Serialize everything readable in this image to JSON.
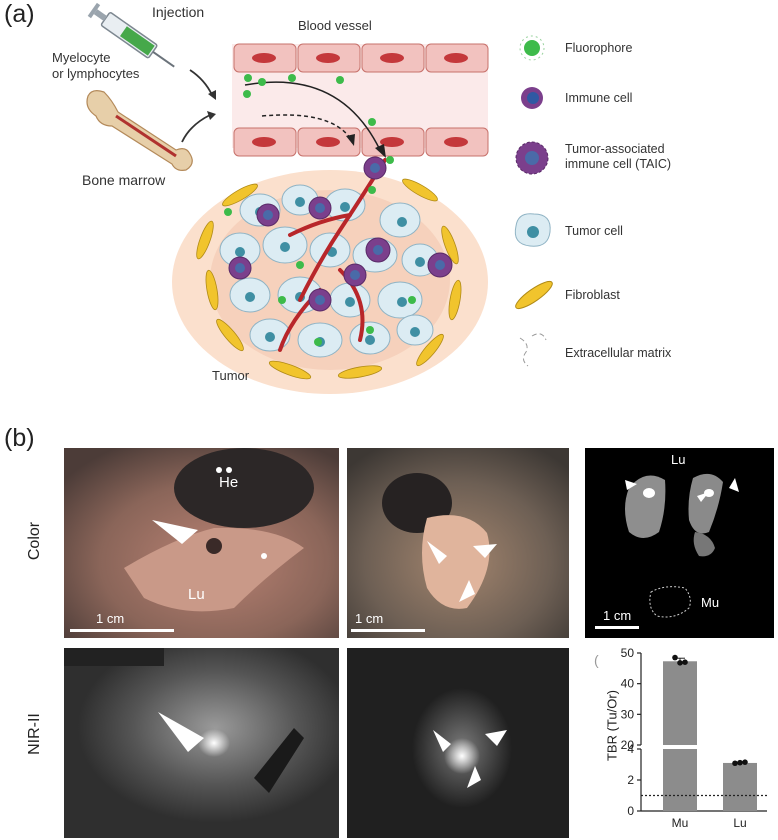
{
  "panel_a": {
    "label": "(a)",
    "injection": "Injection",
    "blood_vessel": "Blood vessel",
    "myelocyte": "Myelocyte\nor lymphocytes",
    "bone_marrow": "Bone marrow",
    "tumor": "Tumor",
    "legend": [
      {
        "icon": "fluorophore-icon",
        "text": "Fluorophore"
      },
      {
        "icon": "immune-cell-icon",
        "text": "Immune cell"
      },
      {
        "icon": "taic-icon",
        "text": "Tumor-associated\nimmune cell (TAIC)"
      },
      {
        "icon": "tumor-cell-icon",
        "text": "Tumor cell"
      },
      {
        "icon": "fibroblast-icon",
        "text": "Fibroblast"
      },
      {
        "icon": "ecm-icon",
        "text": "Extracellular matrix"
      }
    ]
  },
  "panel_b": {
    "label": "(b)",
    "row_color": "Color",
    "row_nir": "NIR-II",
    "photo1": {
      "he": "He",
      "lu": "Lu",
      "scale": "1 cm"
    },
    "photo2": {
      "scale": "1 cm"
    },
    "photo3": {
      "lu": "Lu",
      "mu": "Mu",
      "scale": "1 cm"
    },
    "stray_mark": "("
  },
  "chart_data": {
    "type": "bar",
    "categories": [
      "Mu",
      "Lu"
    ],
    "values": [
      47.3,
      3.1
    ],
    "points": {
      "Mu": [
        48.5,
        46.8,
        47.0
      ],
      "Lu": [
        3.08,
        3.12,
        3.15
      ]
    },
    "error": {
      "Mu": 1.0,
      "Lu": 0.03
    },
    "ylabel": "TBR (Tu/Or)",
    "broken_axis": {
      "lower": [
        0,
        4
      ],
      "upper": [
        20,
        50
      ]
    },
    "lower_ticks": [
      0,
      2,
      4
    ],
    "upper_ticks": [
      20,
      30,
      40,
      50
    ],
    "reference_line": 1,
    "bar_color": "#8c8c8c"
  }
}
